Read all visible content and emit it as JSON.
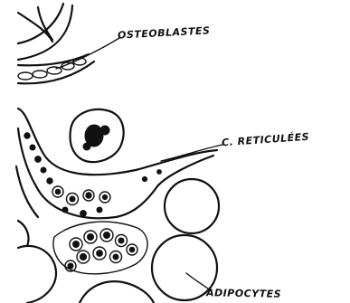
{
  "labels": {
    "osteoblasts": "OSTEOBLASTES",
    "reticular_cells": "C. RETICULÉES",
    "adipocytes": "ADIPOCYTES"
  },
  "colors": {
    "ink": "#111111",
    "paper": "#ffffff"
  }
}
